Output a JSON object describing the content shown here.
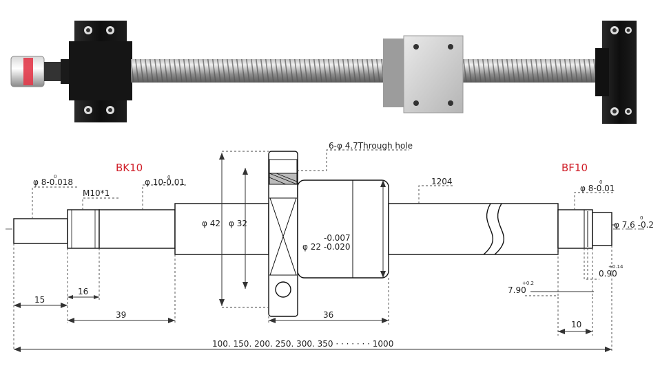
{
  "labels": {
    "bk": "BK10",
    "bf": "BF10",
    "through_hole": "6-φ 4.7Through hole",
    "d8_left": "φ 8-0.018",
    "d8_left_tol": "0",
    "m10": "M10*1",
    "d10": "φ 10-0.01",
    "d10_tol": "0",
    "d42": "φ 42",
    "d32": "φ 32",
    "d22_top": "-0.007",
    "d22": "φ 22 -0.020",
    "model": "1204",
    "d8_right": "φ 8-0.01",
    "d8_right_tol": "0",
    "d76": "φ 7.6 -0.2",
    "d76_tol": "0",
    "w090": "0.90",
    "w090_tol": "+0.14",
    "w790": "7.90",
    "w790_tol": "+0.2",
    "len15": "15",
    "len16": "16",
    "len39": "39",
    "len36": "36",
    "len10": "10",
    "total": "100. 150. 200. 250. 300. 350 · · · · · · · 1000"
  },
  "colors": {
    "bk_label": "#d0202a",
    "bf_label": "#d0202a",
    "block": "#111111",
    "nut_block": "#c8c8c8",
    "coupling": "#e23a4a"
  }
}
